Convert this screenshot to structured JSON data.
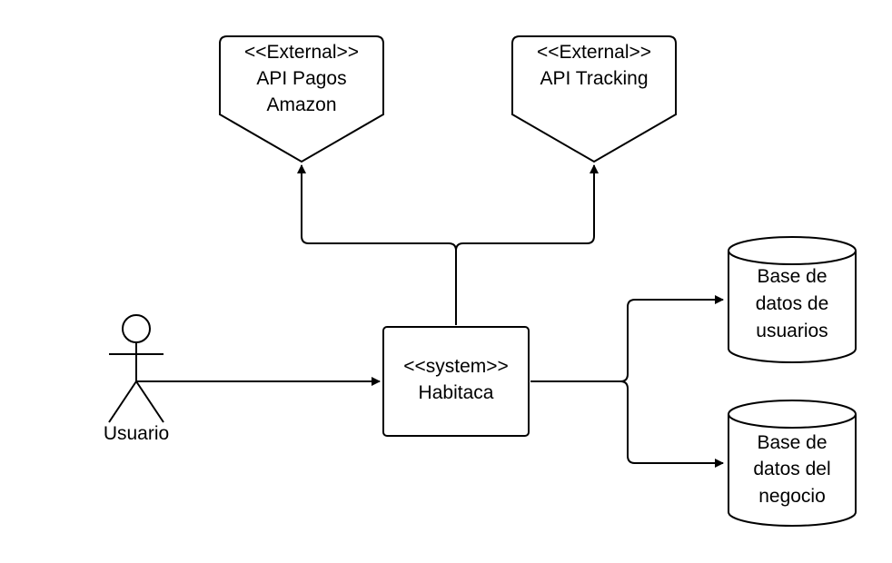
{
  "colors": {
    "stroke": "#000000",
    "background": "#ffffff",
    "fill": "#ffffff"
  },
  "external_pagos": {
    "stereotype": "<<External>>",
    "line1": "API Pagos",
    "line2": "Amazon"
  },
  "external_tracking": {
    "stereotype": "<<External>>",
    "line1": "API Tracking"
  },
  "system": {
    "stereotype": "<<system>>",
    "name": "Habitaca"
  },
  "actor": {
    "label": "Usuario"
  },
  "db_usuarios": {
    "line1": "Base de",
    "line2": "datos de",
    "line3": "usuarios"
  },
  "db_negocio": {
    "line1": "Base de",
    "line2": "datos del",
    "line3": "negocio"
  }
}
